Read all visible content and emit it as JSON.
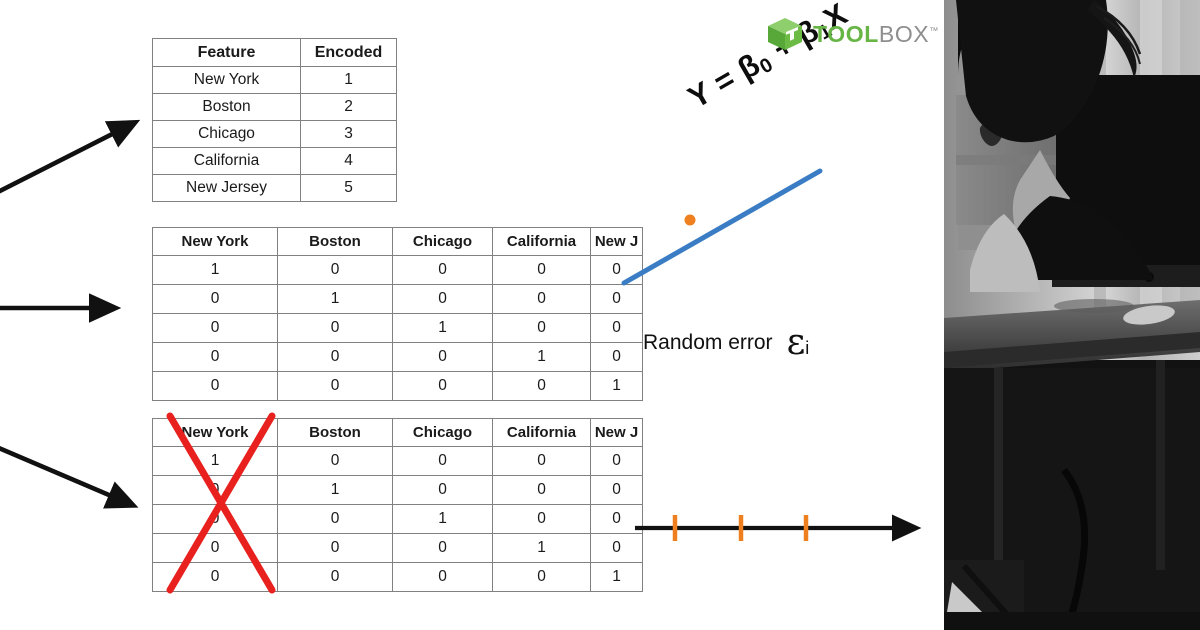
{
  "logo": {
    "word_primary": "TOOL",
    "word_secondary": "BOX",
    "trademark": "™",
    "cube_letter": "T",
    "colors": {
      "primary_green": "#66b545",
      "secondary_gray": "#8e8e8e",
      "cube_green": "#6cbb44"
    }
  },
  "tables": {
    "feature_encoded": {
      "headers": [
        "Feature",
        "Encoded"
      ],
      "rows": [
        [
          "New York",
          "1"
        ],
        [
          "Boston",
          "2"
        ],
        [
          "Chicago",
          "3"
        ],
        [
          "California",
          "4"
        ],
        [
          "New Jersey",
          "5"
        ]
      ]
    },
    "onehot_full": {
      "headers": [
        "New York",
        "Boston",
        "Chicago",
        "California",
        "New J"
      ],
      "rows": [
        [
          "1",
          "0",
          "0",
          "0",
          "0"
        ],
        [
          "0",
          "1",
          "0",
          "0",
          "0"
        ],
        [
          "0",
          "0",
          "1",
          "0",
          "0"
        ],
        [
          "0",
          "0",
          "0",
          "1",
          "0"
        ],
        [
          "0",
          "0",
          "0",
          "0",
          "1"
        ]
      ]
    },
    "onehot_dummy": {
      "headers": [
        "New York",
        "Boston",
        "Chicago",
        "California",
        "New J"
      ],
      "rows": [
        [
          "1",
          "0",
          "0",
          "0",
          "0"
        ],
        [
          "0",
          "1",
          "0",
          "0",
          "0"
        ],
        [
          "0",
          "0",
          "1",
          "0",
          "0"
        ],
        [
          "0",
          "0",
          "0",
          "1",
          "0"
        ],
        [
          "0",
          "0",
          "0",
          "0",
          "1"
        ]
      ],
      "struck_column": "New York",
      "strike_color": "#e8201e"
    }
  },
  "regression": {
    "equation_y": "Y = ",
    "equation_b0": "β",
    "equation_sub0": "0",
    "equation_plus": " + ",
    "equation_b1": "β",
    "equation_sub1": "1",
    "equation_x": "X",
    "line_color": "#3a7dc4",
    "point_color": "#ee8020"
  },
  "random_error": {
    "label": "Random error",
    "symbol": "ε",
    "subscript": "i"
  },
  "number_line": {
    "tick_count": 3,
    "tick_color": "#ee8020",
    "axis_color": "#111111"
  },
  "arrows": {
    "to_table1": "arrow-up-right",
    "to_table2": "arrow-right",
    "to_table3": "arrow-down-right",
    "color": "#111111"
  },
  "photo": {
    "description": "black-and-white photo of person at iMac desk"
  }
}
